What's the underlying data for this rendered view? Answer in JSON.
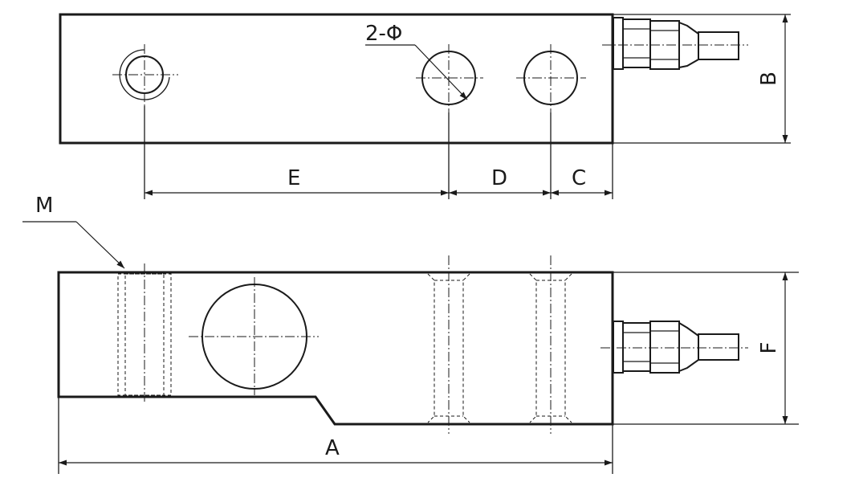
{
  "labels": {
    "dim_a": "A",
    "dim_b": "B",
    "dim_c": "C",
    "dim_d": "D",
    "dim_e": "E",
    "dim_f": "F",
    "thread_m": "M",
    "hole_phi": "2-Φ"
  },
  "colors": {
    "line": "#1a1a1a",
    "background": "#ffffff"
  }
}
